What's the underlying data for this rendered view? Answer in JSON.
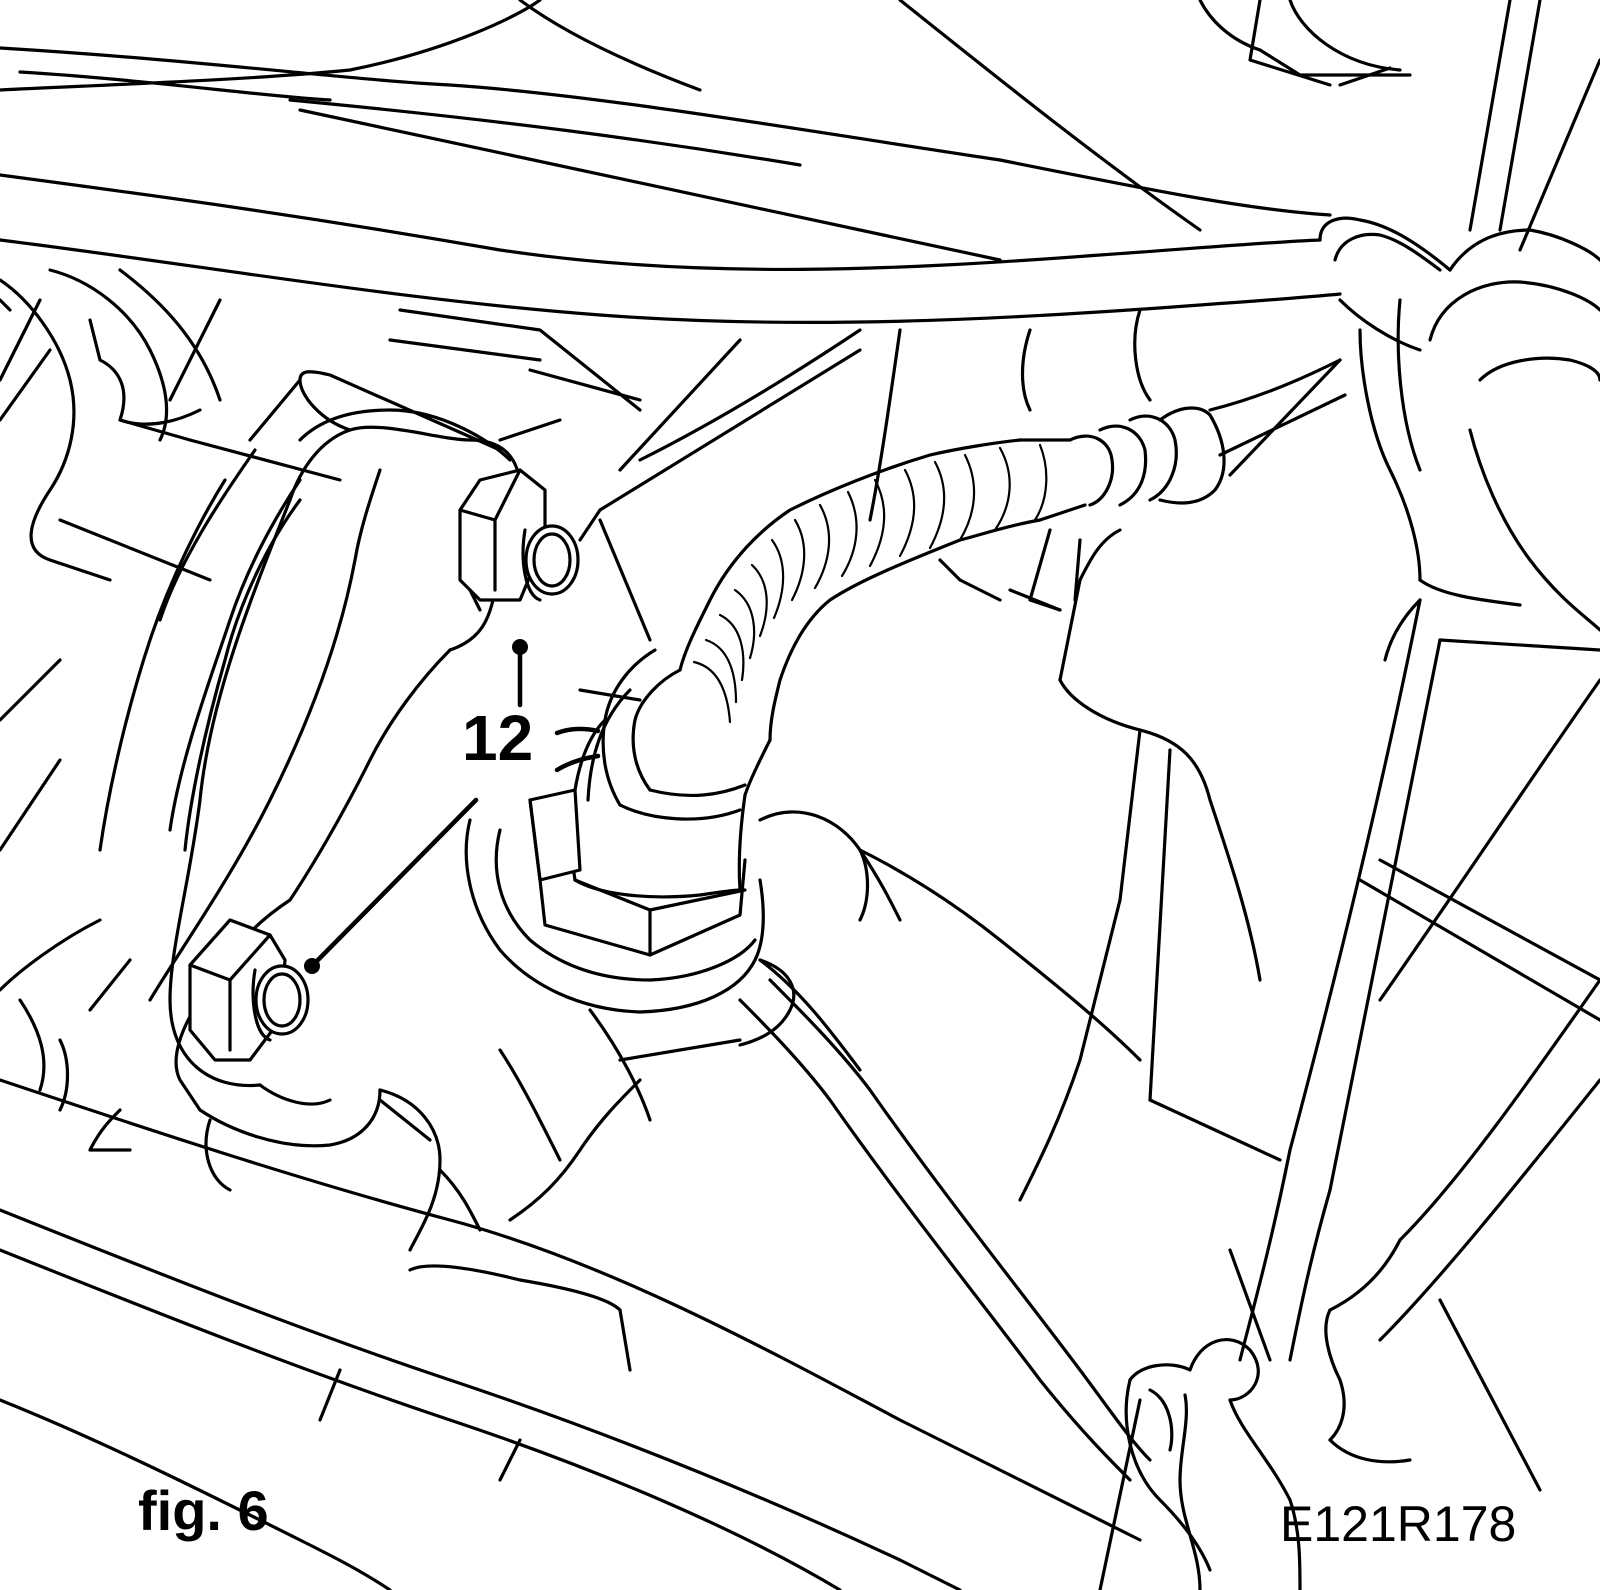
{
  "figure": {
    "caption": "fig. 6",
    "reference_code": "E121R178",
    "callout_number": "12"
  },
  "colors": {
    "line": "#000000",
    "background": "#ffffff"
  }
}
